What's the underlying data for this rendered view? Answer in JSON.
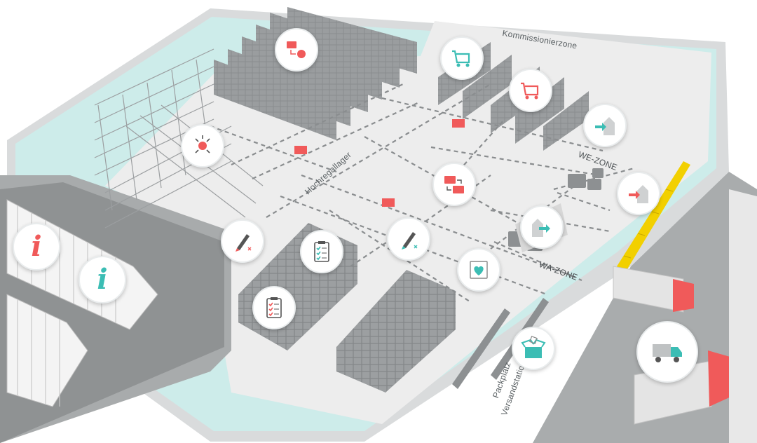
{
  "colors": {
    "accent_red": "#f05a5a",
    "accent_teal": "#3bbdb4",
    "floor": "#ececec",
    "wall": "#b9bcbd",
    "mint": "#cdecea",
    "rack": "#7d8082",
    "dash": "#8a8d8f",
    "ramp_yellow": "#f2d000"
  },
  "labels": {
    "kommissionierzone": "Kommissionierzone",
    "hochregallager": "Hochregallager",
    "we_zone": "WE-ZONE",
    "wa_zone": "WA-ZONE",
    "packplatz": "Packplatz",
    "versandstation": "Versandstation"
  },
  "hotspots": [
    {
      "name": "stock-transfer-icon",
      "color": "#f05a5a"
    },
    {
      "name": "sensor-target-icon",
      "color": "#f05a5a"
    },
    {
      "name": "cart-teal-icon",
      "color": "#3bbdb4"
    },
    {
      "name": "cart-red-icon",
      "color": "#f05a5a"
    },
    {
      "name": "inbound-arrow-teal-icon",
      "color": "#3bbdb4"
    },
    {
      "name": "inbound-arrow-red-icon",
      "color": "#f05a5a"
    },
    {
      "name": "rebooking-icon",
      "color": "#f05a5a"
    },
    {
      "name": "outbound-arrow-teal-icon",
      "color": "#3bbdb4"
    },
    {
      "name": "edit-red-icon",
      "color": "#f05a5a"
    },
    {
      "name": "edit-teal-icon",
      "color": "#3bbdb4"
    },
    {
      "name": "checklist-gray-icon",
      "color": "#3bbdb4"
    },
    {
      "name": "checklist-red-icon",
      "color": "#f05a5a"
    },
    {
      "name": "heart-package-icon",
      "color": "#3bbdb4"
    },
    {
      "name": "open-box-icon",
      "color": "#3bbdb4"
    },
    {
      "name": "truck-delivery-icon",
      "color": "#3bbdb4"
    },
    {
      "name": "info-red-icon",
      "color": "#f05a5a"
    },
    {
      "name": "info-teal-icon",
      "color": "#3bbdb4"
    }
  ]
}
